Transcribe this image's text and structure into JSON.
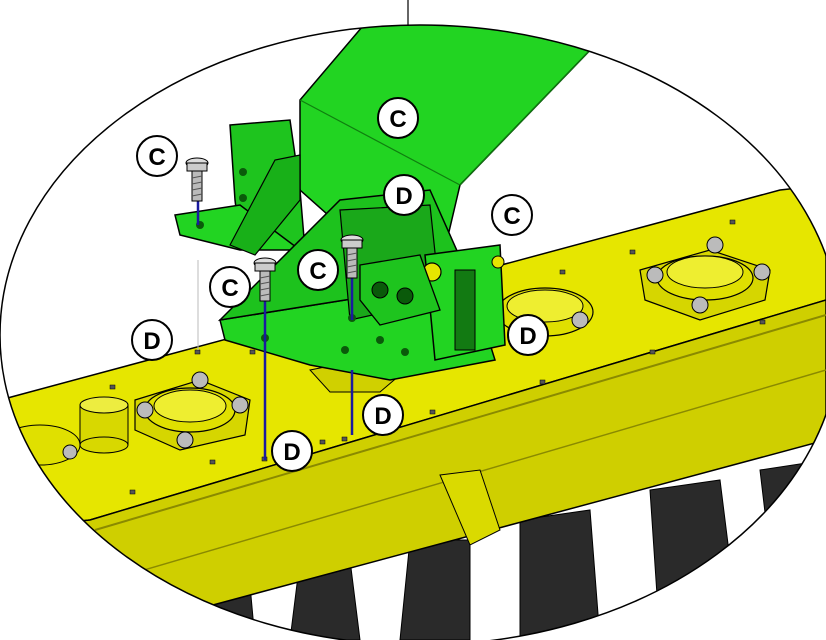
{
  "diagram": {
    "colors": {
      "bracket_green": "#22d422",
      "bracket_green_dark": "#159a15",
      "frame_yellow": "#e6e600",
      "frame_yellow_dark": "#b5b500",
      "tine_black": "#2a2a2a",
      "bolt_blue": "#1a1aa0",
      "outline": "#000000"
    },
    "callouts": [
      {
        "id": "c1",
        "letter": "C"
      },
      {
        "id": "c2",
        "letter": "C"
      },
      {
        "id": "c3",
        "letter": "C"
      },
      {
        "id": "c4",
        "letter": "C"
      },
      {
        "id": "c5",
        "letter": "C"
      },
      {
        "id": "d1",
        "letter": "D"
      },
      {
        "id": "d2",
        "letter": "D"
      },
      {
        "id": "d3",
        "letter": "D"
      },
      {
        "id": "d4",
        "letter": "D"
      },
      {
        "id": "d5",
        "letter": "D"
      }
    ]
  }
}
